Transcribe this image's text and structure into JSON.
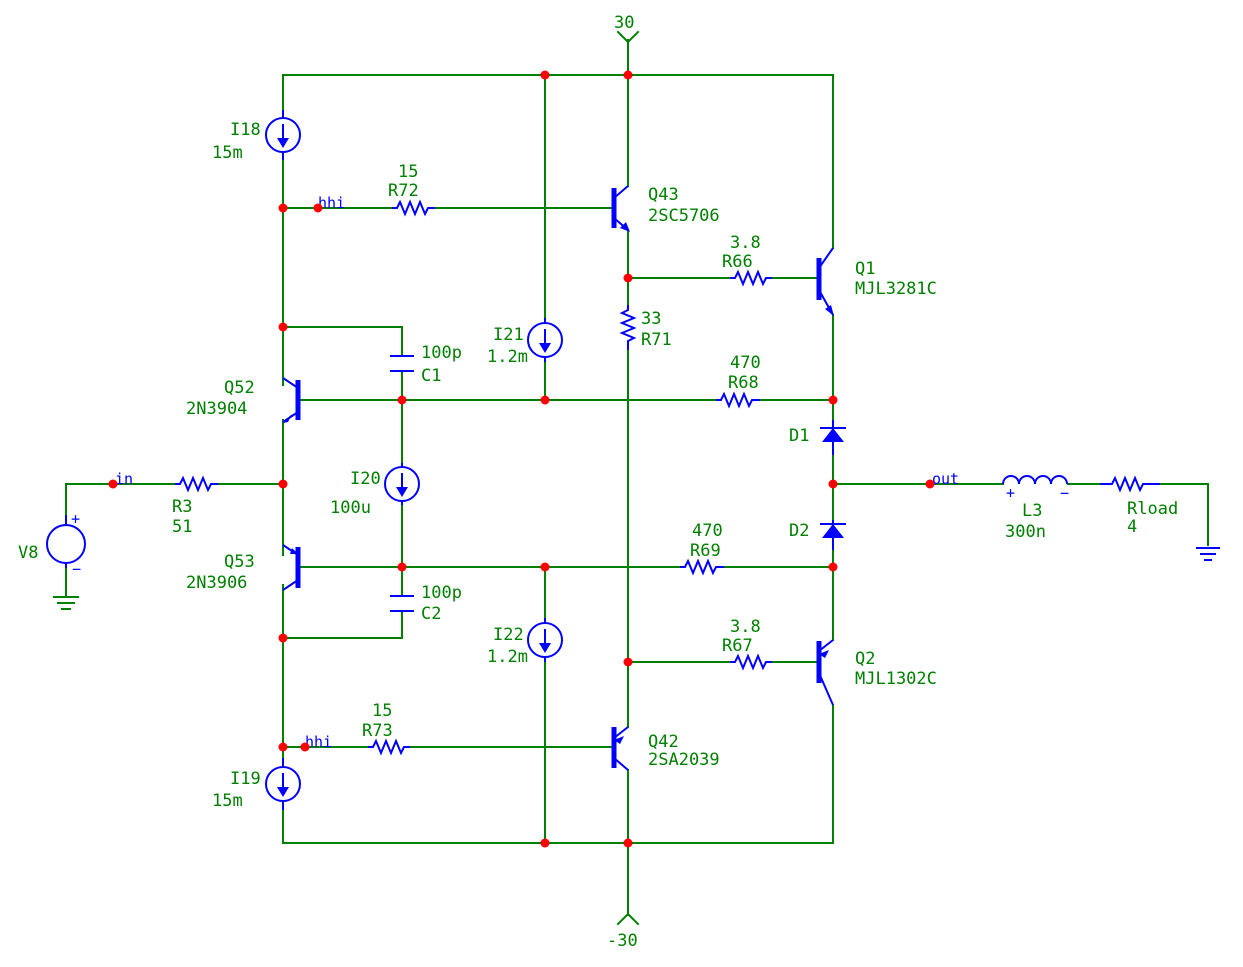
{
  "supply": {
    "positive": "30",
    "negative": "-30"
  },
  "nets": {
    "in": "in",
    "out": "out",
    "bhi_top": "hhi",
    "bhi_bottom": "hhi"
  },
  "components": {
    "I18": {
      "ref": "I18",
      "value": "15m"
    },
    "I19": {
      "ref": "I19",
      "value": "15m"
    },
    "I20": {
      "ref": "I20",
      "value": "100u"
    },
    "I21": {
      "ref": "I21",
      "value": "1.2m"
    },
    "I22": {
      "ref": "I22",
      "value": "1.2m"
    },
    "R72": {
      "ref": "R72",
      "value": "15"
    },
    "R73": {
      "ref": "R73",
      "value": "15"
    },
    "R66": {
      "ref": "R66",
      "value": "3.8"
    },
    "R67": {
      "ref": "R67",
      "value": "3.8"
    },
    "R71": {
      "ref": "R71",
      "value": "33"
    },
    "R68": {
      "ref": "R68",
      "value": "470"
    },
    "R69": {
      "ref": "R69",
      "value": "470"
    },
    "R3": {
      "ref": "R3",
      "value": "51"
    },
    "Rload": {
      "ref": "Rload",
      "value": "4"
    },
    "C1": {
      "ref": "C1",
      "value": "100p"
    },
    "C2": {
      "ref": "C2",
      "value": "100p"
    },
    "L3": {
      "ref": "L3",
      "value": "300n"
    },
    "Q43": {
      "ref": "Q43",
      "part": "2SC5706"
    },
    "Q42": {
      "ref": "Q42",
      "part": "2SA2039"
    },
    "Q1": {
      "ref": "Q1",
      "part": "MJL3281C"
    },
    "Q2": {
      "ref": "Q2",
      "part": "MJL1302C"
    },
    "Q52": {
      "ref": "Q52",
      "part": "2N3904"
    },
    "Q53": {
      "ref": "Q53",
      "part": "2N3906"
    },
    "D1": {
      "ref": "D1"
    },
    "D2": {
      "ref": "D2"
    },
    "V8": {
      "ref": "V8"
    }
  }
}
